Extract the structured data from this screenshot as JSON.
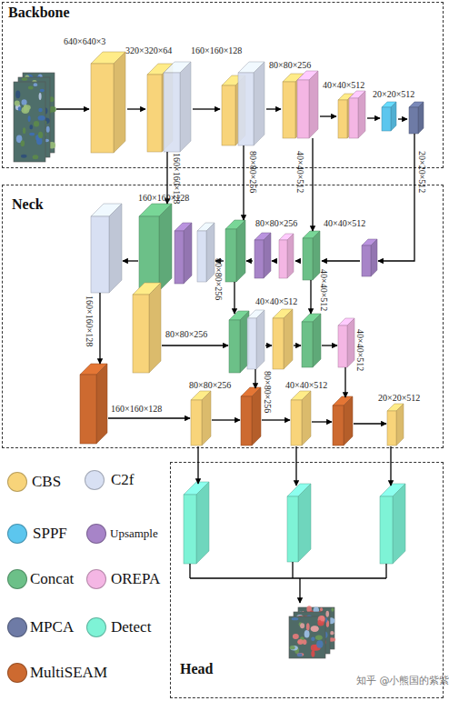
{
  "diagram": {
    "nodes": [
      {
        "text": [
          "Backbone"
        ]
      },
      {
        "text": [
          "Neck"
        ]
      },
      {
        "text": [
          "Head"
        ]
      }
    ],
    "labels": [
      "640×640×3",
      "320×320×64",
      "160×160×128",
      "80×80×256",
      "40×40×512",
      "20×20×512",
      "160×160×128",
      "80×80×256",
      "40×40×512",
      "20×20×512",
      "160×160×128",
      "80×80×256",
      "40×40×512",
      "80×80×256",
      "40×40×512",
      "160×160×128",
      "80×80×256",
      "40×40×512",
      "40×40×512",
      "80×80×256",
      "160×160×128",
      "80×80×256",
      "40×40×512",
      "20×20×512",
      "知乎 @小熊国的紫紫"
    ],
    "legend": [
      {
        "text": "CBS",
        "color": "#f8d47a"
      },
      {
        "text": "C2f",
        "color": "#d8e0f3"
      },
      {
        "text": "SPPF",
        "color": "#5cc6ee"
      },
      {
        "text": "Upsample",
        "color": "#a784c8"
      },
      {
        "text": "Concat",
        "color": "#6cc088"
      },
      {
        "text": "OREPA",
        "color": "#f4b6e4"
      },
      {
        "text": "MPCA",
        "color": "#6e7ba6"
      },
      {
        "text": "Detect",
        "color": "#7ef3d6"
      },
      {
        "text": "MultiSEAM",
        "color": "#cd6a30"
      }
    ]
  }
}
